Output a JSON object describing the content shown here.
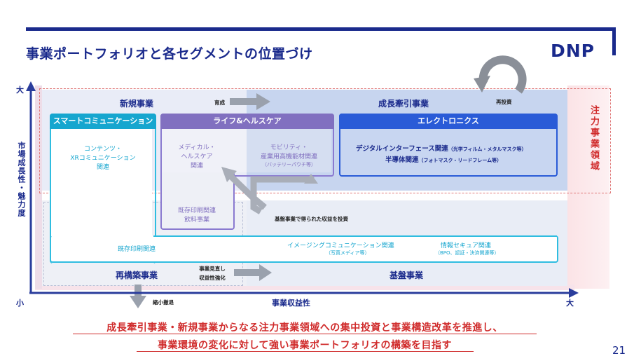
{
  "title": "事業ポートフォリオと各セグメントの位置づけ",
  "logo": "DNP",
  "page_number": "21",
  "quadrants": {
    "new": "新規事業",
    "growth": "成長牽引事業",
    "restructure": "再構築事業",
    "base": "基盤事業"
  },
  "arrows": {
    "nurture": "育成",
    "reinvest": "再投資",
    "invest_from_base": "基盤事業で得られた収益を投資",
    "review_line1": "事業見直し",
    "review_line2": "収益性強化",
    "shrink": "縮小撤退"
  },
  "focus_area": "注力事業領域",
  "axes": {
    "y_label": "市場成長性・魅力度",
    "y_high": "大",
    "y_low": "小",
    "x_label": "事業収益性",
    "x_high": "大"
  },
  "segments": {
    "smart": {
      "header": "スマートコミュニケーション",
      "item1_l1": "コンテンツ・",
      "item1_l2": "XRコミュニケーション",
      "item1_l3": "関連",
      "item2": "既存印刷関連",
      "item3": "イメージングコミュニケーション関連",
      "item3_sub": "（写真メディア等）",
      "item4": "情報セキュア関連",
      "item4_sub": "（BPO、認証・決済関連等）"
    },
    "life": {
      "header": "ライフ&ヘルスケア",
      "item1_l1": "メディカル・",
      "item1_l2": "ヘルスケア",
      "item1_l3": "関連",
      "item2_l1": "モビリティ・",
      "item2_l2": "産業用高機能材関連",
      "item2_sub": "（バッテリーパウチ等）",
      "item3_l1": "既存印刷関連",
      "item3_l2": "飲料事業"
    },
    "elec": {
      "header": "エレクトロニクス",
      "item1": "デジタルインターフェース関連",
      "item1_sub": "（光学フィルム・メタルマスク等）",
      "item2": "半導体関連",
      "item2_sub": "（フォトマスク・リードフレーム等）"
    }
  },
  "conclusion": {
    "line1": "成長牽引事業・新規事業からなる注力事業領域への集中投資と事業構造改革を推進し、",
    "line2": "事業環境の変化に対して強い事業ポートフォリオの構築を目指す"
  },
  "colors": {
    "navy": "#1a2a8c",
    "smart_cyan": "#16a6cf",
    "life_purple": "#8170c0",
    "elec_blue": "#2a5bd7",
    "focus_red": "#d02c2c"
  }
}
